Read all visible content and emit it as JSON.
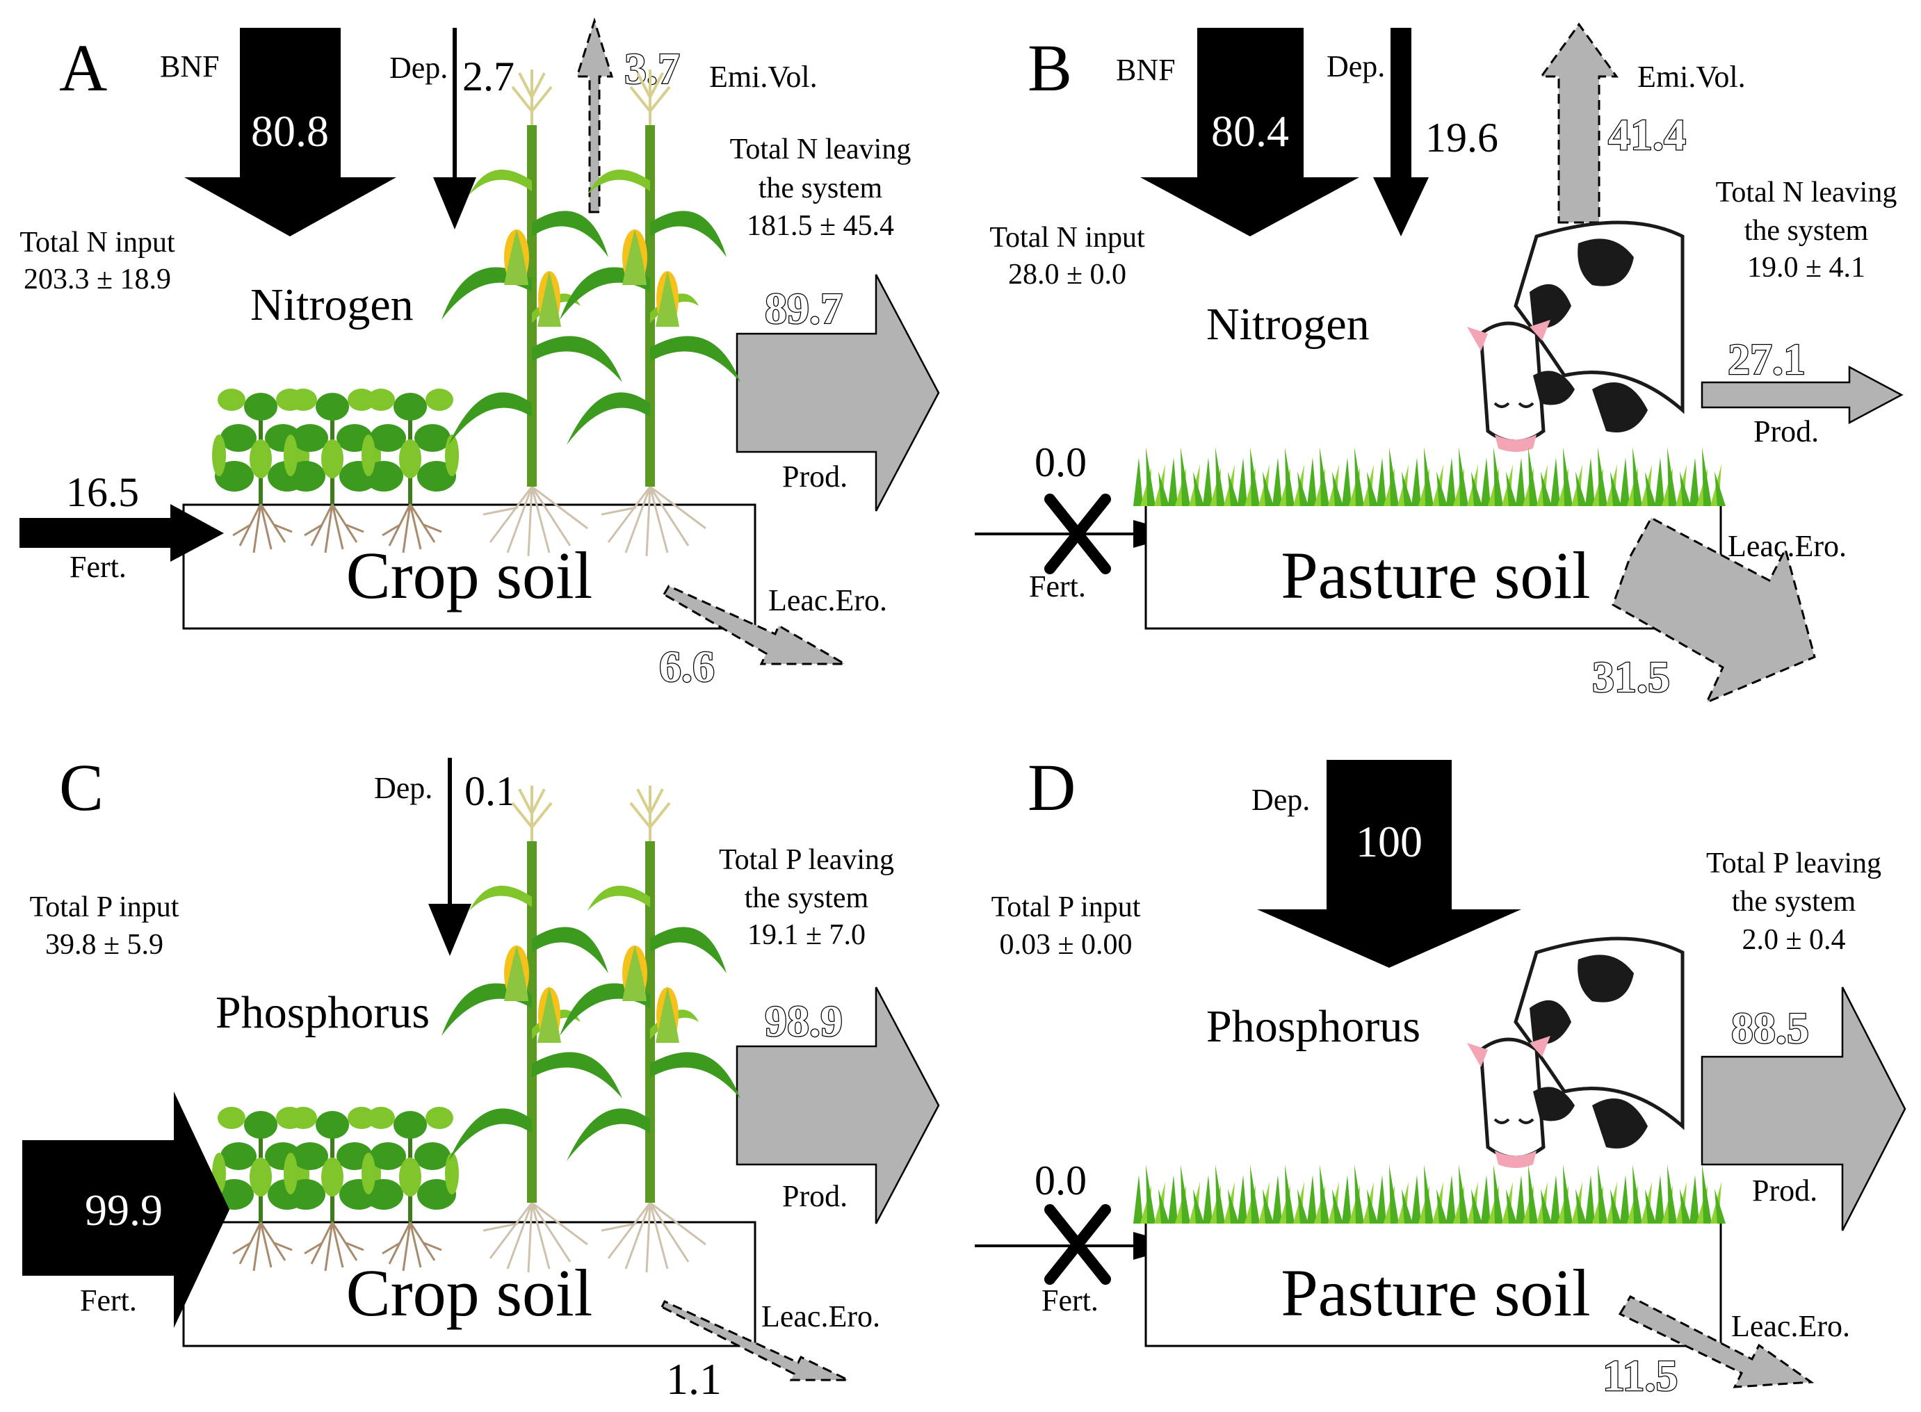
{
  "panels": {
    "A": {
      "letter": "A",
      "element": "Nitrogen",
      "soil": "Crop soil",
      "total_input_label": "Total N input",
      "total_input_value": "203.3 ± 18.9",
      "total_leaving_line1": "Total N leaving",
      "total_leaving_line2": "the system",
      "total_leaving_value": "181.5 ± 45.4",
      "bnf_label": "BNF",
      "bnf_value": "80.8",
      "dep_label": "Dep.",
      "dep_value": "2.7",
      "emi_label": "Emi.Vol.",
      "emi_value": "3.7",
      "prod_label": "Prod.",
      "prod_value": "89.7",
      "fert_label": "Fert.",
      "fert_value": "16.5",
      "leac_label": "Leac.Ero.",
      "leac_value": "6.6"
    },
    "B": {
      "letter": "B",
      "element": "Nitrogen",
      "soil": "Pasture soil",
      "total_input_label": "Total N input",
      "total_input_value": "28.0 ± 0.0",
      "total_leaving_line1": "Total N leaving",
      "total_leaving_line2": "the system",
      "total_leaving_value": "19.0 ± 4.1",
      "bnf_label": "BNF",
      "bnf_value": "80.4",
      "dep_label": "Dep.",
      "dep_value": "19.6",
      "emi_label": "Emi.Vol.",
      "emi_value": "41.4",
      "prod_label": "Prod.",
      "prod_value": "27.1",
      "fert_label": "Fert.",
      "fert_value": "0.0",
      "leac_label": "Leac.Ero.",
      "leac_value": "31.5"
    },
    "C": {
      "letter": "C",
      "element": "Phosphorus",
      "soil": "Crop soil",
      "total_input_label": "Total P input",
      "total_input_value": "39.8 ± 5.9",
      "total_leaving_line1": "Total P leaving",
      "total_leaving_line2": "the system",
      "total_leaving_value": "19.1 ± 7.0",
      "dep_label": "Dep.",
      "dep_value": "0.1",
      "prod_label": "Prod.",
      "prod_value": "98.9",
      "fert_label": "Fert.",
      "fert_value": "99.9",
      "leac_label": "Leac.Ero.",
      "leac_value": "1.1"
    },
    "D": {
      "letter": "D",
      "element": "Phosphorus",
      "soil": "Pasture soil",
      "total_input_label": "Total P input",
      "total_input_value": "0.03 ± 0.00",
      "total_leaving_line1": "Total P leaving",
      "total_leaving_line2": "the system",
      "total_leaving_value": "2.0 ± 0.4",
      "dep_label": "Dep.",
      "dep_value": "100",
      "prod_label": "Prod.",
      "prod_value": "88.5",
      "fert_label": "Fert.",
      "fert_value": "0.0",
      "leac_label": "Leac.Ero.",
      "leac_value": "11.5"
    }
  },
  "colors": {
    "input_arrow": "#000000",
    "output_arrow": "#b3b3b3",
    "plant_green": "#3c9a1f",
    "grass_green": "#4caf1f",
    "cob_yellow": "#f5c21b"
  },
  "icons": [
    "soybean-plant-icon",
    "corn-plant-icon",
    "grass-icon",
    "cow-icon",
    "blocked-cross-icon"
  ]
}
